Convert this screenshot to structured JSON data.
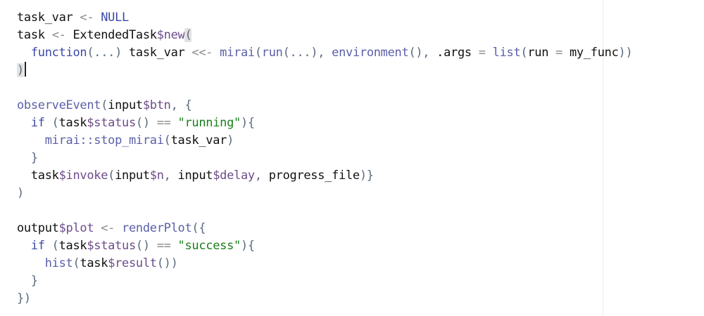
{
  "editor": {
    "colors": {
      "background": "#ffffff",
      "default": "#111111",
      "keyword": "#3c4aa6",
      "function": "#5b5fa8",
      "string": "#1a7f1a",
      "operator": "#8a8a8a",
      "paren": "#5a6b80",
      "field": "#6d4c8a"
    },
    "lines": [
      [
        {
          "t": "task_var ",
          "c": "default"
        },
        {
          "t": "<-",
          "c": "operator"
        },
        {
          "t": " ",
          "c": "default"
        },
        {
          "t": "NULL",
          "c": "keyword"
        }
      ],
      [
        {
          "t": "task ",
          "c": "default"
        },
        {
          "t": "<-",
          "c": "operator"
        },
        {
          "t": " ExtendedTask",
          "c": "default"
        },
        {
          "t": "$new",
          "c": "field"
        },
        {
          "t": "(",
          "c": "paren",
          "hl": true
        }
      ],
      [
        {
          "t": "  ",
          "c": "default"
        },
        {
          "t": "function",
          "c": "keyword"
        },
        {
          "t": "(...)",
          "c": "paren"
        },
        {
          "t": " task_var ",
          "c": "default"
        },
        {
          "t": "<<-",
          "c": "operator"
        },
        {
          "t": " ",
          "c": "default"
        },
        {
          "t": "mirai",
          "c": "function"
        },
        {
          "t": "(",
          "c": "paren"
        },
        {
          "t": "run",
          "c": "function"
        },
        {
          "t": "(...),",
          "c": "paren"
        },
        {
          "t": " ",
          "c": "default"
        },
        {
          "t": "environment",
          "c": "function"
        },
        {
          "t": "(),",
          "c": "paren"
        },
        {
          "t": " .args ",
          "c": "default"
        },
        {
          "t": "=",
          "c": "operator"
        },
        {
          "t": " ",
          "c": "default"
        },
        {
          "t": "list",
          "c": "function"
        },
        {
          "t": "(",
          "c": "paren"
        },
        {
          "t": "run ",
          "c": "default"
        },
        {
          "t": "=",
          "c": "operator"
        },
        {
          "t": " my_func",
          "c": "default"
        },
        {
          "t": "))",
          "c": "paren"
        }
      ],
      [
        {
          "t": ")",
          "c": "paren",
          "hl": true
        },
        {
          "t": "",
          "c": "default",
          "cursor": true
        }
      ],
      [],
      [
        {
          "t": "observeEvent",
          "c": "function"
        },
        {
          "t": "(",
          "c": "paren"
        },
        {
          "t": "input",
          "c": "default"
        },
        {
          "t": "$btn",
          "c": "field"
        },
        {
          "t": ", {",
          "c": "paren"
        }
      ],
      [
        {
          "t": "  ",
          "c": "default"
        },
        {
          "t": "if",
          "c": "keyword"
        },
        {
          "t": " (",
          "c": "paren"
        },
        {
          "t": "task",
          "c": "default"
        },
        {
          "t": "$status",
          "c": "field"
        },
        {
          "t": "()",
          "c": "paren"
        },
        {
          "t": " ",
          "c": "default"
        },
        {
          "t": "==",
          "c": "operator"
        },
        {
          "t": " ",
          "c": "default"
        },
        {
          "t": "\"running\"",
          "c": "string"
        },
        {
          "t": "){",
          "c": "paren"
        }
      ],
      [
        {
          "t": "    ",
          "c": "default"
        },
        {
          "t": "mirai::stop_mirai",
          "c": "function"
        },
        {
          "t": "(",
          "c": "paren"
        },
        {
          "t": "task_var",
          "c": "default"
        },
        {
          "t": ")",
          "c": "paren"
        }
      ],
      [
        {
          "t": "  ",
          "c": "default"
        },
        {
          "t": "}",
          "c": "paren"
        }
      ],
      [
        {
          "t": "  task",
          "c": "default"
        },
        {
          "t": "$invoke",
          "c": "field"
        },
        {
          "t": "(",
          "c": "paren"
        },
        {
          "t": "input",
          "c": "default"
        },
        {
          "t": "$n",
          "c": "field"
        },
        {
          "t": ", ",
          "c": "paren"
        },
        {
          "t": "input",
          "c": "default"
        },
        {
          "t": "$delay",
          "c": "field"
        },
        {
          "t": ", ",
          "c": "paren"
        },
        {
          "t": "progress_file",
          "c": "default"
        },
        {
          "t": ")}",
          "c": "paren"
        }
      ],
      [
        {
          "t": ")",
          "c": "paren"
        }
      ],
      [],
      [
        {
          "t": "output",
          "c": "default"
        },
        {
          "t": "$plot",
          "c": "field"
        },
        {
          "t": " ",
          "c": "default"
        },
        {
          "t": "<-",
          "c": "operator"
        },
        {
          "t": " ",
          "c": "default"
        },
        {
          "t": "renderPlot",
          "c": "function"
        },
        {
          "t": "({",
          "c": "paren"
        }
      ],
      [
        {
          "t": "  ",
          "c": "default"
        },
        {
          "t": "if",
          "c": "keyword"
        },
        {
          "t": " (",
          "c": "paren"
        },
        {
          "t": "task",
          "c": "default"
        },
        {
          "t": "$status",
          "c": "field"
        },
        {
          "t": "()",
          "c": "paren"
        },
        {
          "t": " ",
          "c": "default"
        },
        {
          "t": "==",
          "c": "operator"
        },
        {
          "t": " ",
          "c": "default"
        },
        {
          "t": "\"success\"",
          "c": "string"
        },
        {
          "t": "){",
          "c": "paren"
        }
      ],
      [
        {
          "t": "    ",
          "c": "default"
        },
        {
          "t": "hist",
          "c": "function"
        },
        {
          "t": "(",
          "c": "paren"
        },
        {
          "t": "task",
          "c": "default"
        },
        {
          "t": "$result",
          "c": "field"
        },
        {
          "t": "())",
          "c": "paren"
        }
      ],
      [
        {
          "t": "  ",
          "c": "default"
        },
        {
          "t": "}",
          "c": "paren"
        }
      ],
      [
        {
          "t": "})",
          "c": "paren"
        }
      ]
    ]
  }
}
